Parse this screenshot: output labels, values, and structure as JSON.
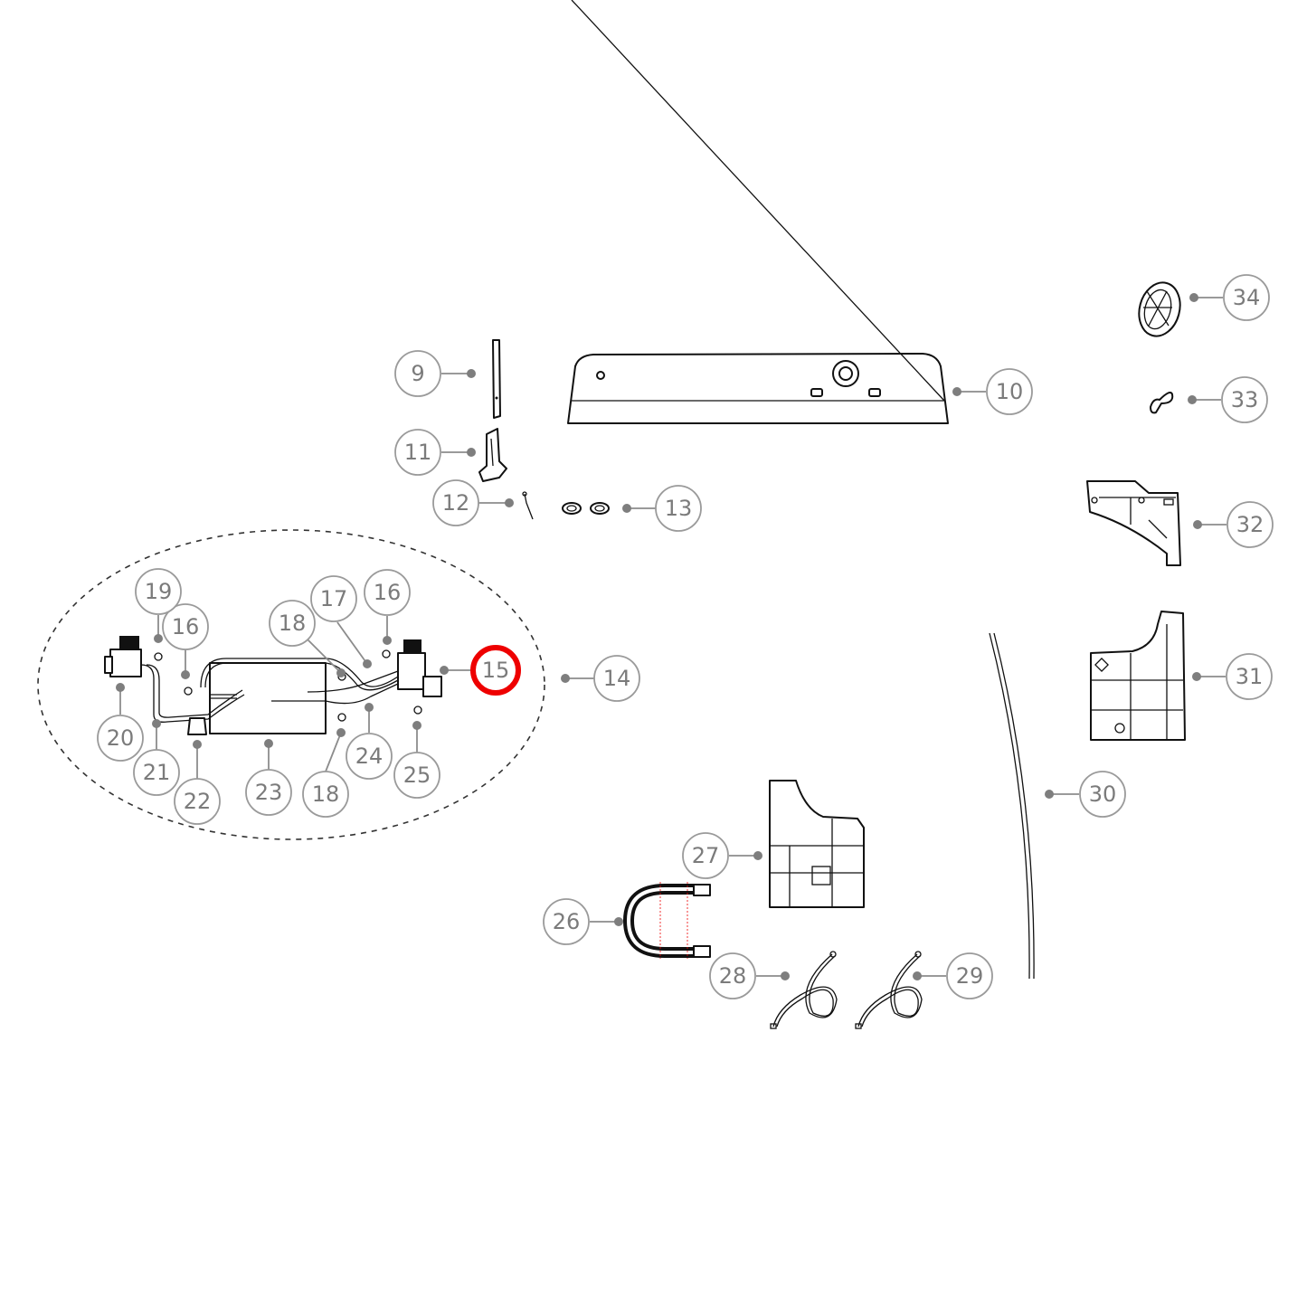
{
  "diagram": {
    "type": "exploded-parts-diagram",
    "highlighted_callout": "15",
    "highlight_color": "#ee0000",
    "callout_text_color": "#7b7b7b",
    "callout_border_color": "#9a9a9a",
    "group": {
      "label": "14",
      "members": [
        "15",
        "16",
        "16",
        "17",
        "18",
        "18",
        "19",
        "20",
        "21",
        "22",
        "23",
        "24",
        "25"
      ]
    },
    "callouts": [
      {
        "id": "c9",
        "label": "9"
      },
      {
        "id": "c10",
        "label": "10"
      },
      {
        "id": "c11",
        "label": "11"
      },
      {
        "id": "c12",
        "label": "12"
      },
      {
        "id": "c13",
        "label": "13"
      },
      {
        "id": "c14",
        "label": "14"
      },
      {
        "id": "c15",
        "label": "15"
      },
      {
        "id": "c16a",
        "label": "16"
      },
      {
        "id": "c16b",
        "label": "16"
      },
      {
        "id": "c17",
        "label": "17"
      },
      {
        "id": "c18a",
        "label": "18"
      },
      {
        "id": "c18b",
        "label": "18"
      },
      {
        "id": "c19",
        "label": "19"
      },
      {
        "id": "c20",
        "label": "20"
      },
      {
        "id": "c21",
        "label": "21"
      },
      {
        "id": "c22",
        "label": "22"
      },
      {
        "id": "c23",
        "label": "23"
      },
      {
        "id": "c24",
        "label": "24"
      },
      {
        "id": "c25",
        "label": "25"
      },
      {
        "id": "c26",
        "label": "26"
      },
      {
        "id": "c27",
        "label": "27"
      },
      {
        "id": "c28",
        "label": "28"
      },
      {
        "id": "c29",
        "label": "29"
      },
      {
        "id": "c30",
        "label": "30"
      },
      {
        "id": "c31",
        "label": "31"
      },
      {
        "id": "c32",
        "label": "32"
      },
      {
        "id": "c33",
        "label": "33"
      },
      {
        "id": "c34",
        "label": "34"
      }
    ]
  }
}
